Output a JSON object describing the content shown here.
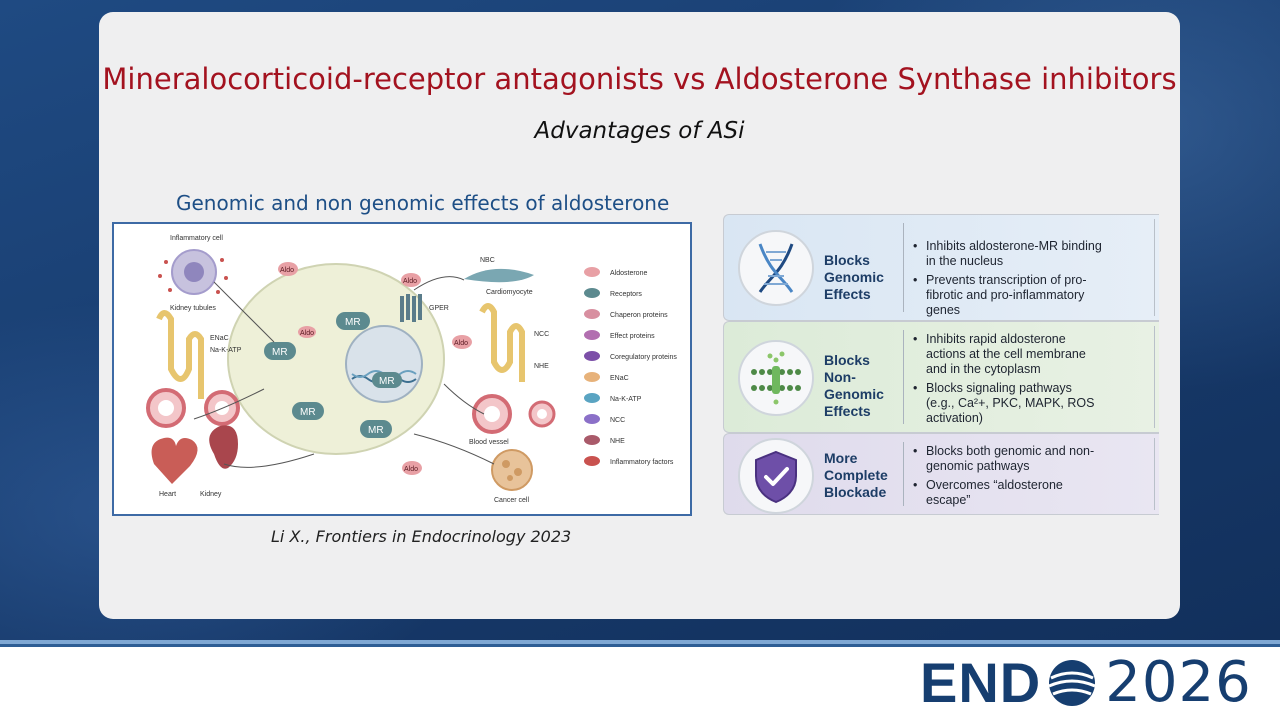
{
  "slide": {
    "title": "Mineralocorticoid-receptor antagonists vs Aldosterone Synthase inhibitors",
    "subtitle": "Advantages of ASi",
    "figure_heading": "Genomic and non genomic effects of aldosterone",
    "citation": "Li X., Frontiers in Endocrinology 2023"
  },
  "figure": {
    "labels": {
      "inflammatory_cell": "Inflammatory cell",
      "kidney_tubules": "Kidney tubules",
      "enac": "ENaC",
      "nakatp": "Na-K-ATP",
      "heart": "Heart",
      "kidney": "Kidney",
      "nbc": "NBC",
      "cardiomyocyte": "Cardiomyocyte",
      "gper": "GPER",
      "ncc": "NCC",
      "nhe": "NHE",
      "blood_vessel": "Blood vessel",
      "cancer_cell": "Cancer cell",
      "aldo": "Aldo",
      "mr": "MR"
    },
    "legend": [
      "Aldosterone",
      "Receptors",
      "Chaperon proteins",
      "Effect proteins",
      "Coregulatory proteins",
      "ENaC",
      "Na-K-ATP",
      "NCC",
      "NHE",
      "Inflammatory factors"
    ],
    "legend_colors": [
      "#e8a0a5",
      "#5c8a8f",
      "#d88fa0",
      "#b26fb0",
      "#7c4fa8",
      "#e7b27a",
      "#5aa4c2",
      "#8b70c8",
      "#a95a6a",
      "#c9524f"
    ]
  },
  "panel": {
    "rows": [
      {
        "title": "Blocks Genomic Effects",
        "icon": "dna-icon",
        "bullets": [
          "Inhibits aldosterone-MR binding in the nucleus",
          "Prevents transcription of pro-fibrotic and pro-inflammatory genes"
        ]
      },
      {
        "title": "Blocks Non-Genomic Effects",
        "icon": "cell-membrane-icon",
        "bullets": [
          "Inhibits rapid aldosterone actions at the cell membrane and in the cytoplasm",
          "Blocks signaling pathways (e.g., Ca²+, PKC, MAPK, ROS activation)"
        ]
      },
      {
        "title": "More Complete Blockade",
        "icon": "shield-check-icon",
        "bullets": [
          "Blocks both genomic and non-genomic pathways",
          "Overcomes “aldosterone escape”"
        ]
      }
    ]
  },
  "footer": {
    "logo_text": "END",
    "logo_year": "2026"
  }
}
